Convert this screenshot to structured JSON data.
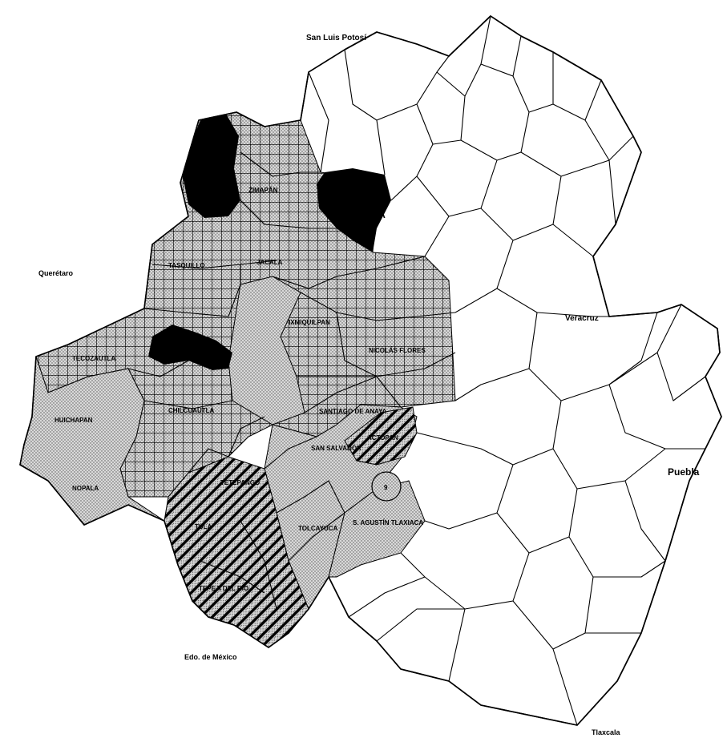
{
  "map": {
    "neighbor_labels": {
      "north": "San Luis Potosí",
      "west": "Querétaro",
      "east_upper": "Veracruz",
      "east_lower": "Puebla",
      "south": "Edo. de México",
      "southeast": "Tlaxcala"
    },
    "municipality_labels": {
      "huichapan": "HUICHAPAN",
      "nopala": "NOPALA",
      "tula": "TULA",
      "tula_region_upper": "TEPEJI DEL RÍO",
      "tetepango": "TETEPANGO",
      "tolcayuca": "TOLCAYUCA",
      "san_salvador": "SAN SALVADOR",
      "santiago_anaya": "SANTIAGO DE ANAYA",
      "actopan": "ACTOPAN",
      "san_agustin_tlaxiaca": "S. AGUSTÍN TLAXIACA",
      "nicolas_flores": "NICOLÁS FLORES",
      "tasquillo": "TASQUILLO",
      "zimapan": "ZIMAPÁN",
      "ixmiquilpan": "IXMIQUILPAN",
      "chilcuautla": "CHILCUAUTLA",
      "tecozautla": "TECOZAUTLA",
      "jacala": "JACALA",
      "pachuca_number": "9",
      "northern_partial": "EPA"
    },
    "colors": {
      "ink": "#000000",
      "paper": "#ffffff",
      "stipple_gray": "#d4d4d4",
      "grid_gray": "#e4e4e4"
    },
    "legend_patterns": [
      "solid-black",
      "grid-crosshatch",
      "diagonal-hatch",
      "fine-stipple",
      "blank"
    ]
  }
}
